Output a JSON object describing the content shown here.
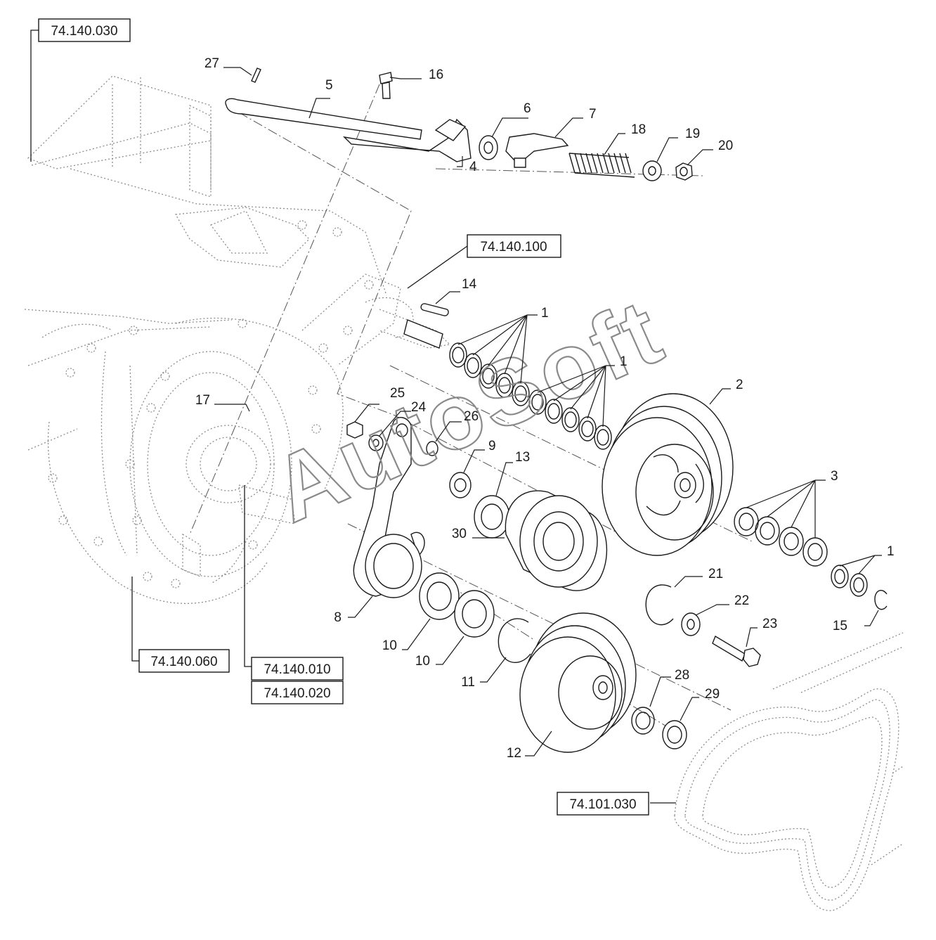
{
  "watermark": "AutoSoft",
  "reference_boxes": [
    {
      "id": "ref-74-140-030",
      "label": "74.140.030"
    },
    {
      "id": "ref-74-140-100",
      "label": "74.140.100"
    },
    {
      "id": "ref-74-140-060",
      "label": "74.140.060"
    },
    {
      "id": "ref-74-140-010",
      "label": "74.140.010"
    },
    {
      "id": "ref-74-140-020",
      "label": "74.140.020"
    },
    {
      "id": "ref-74-101-030",
      "label": "74.101.030"
    }
  ],
  "callouts": [
    "27",
    "5",
    "16",
    "6",
    "7",
    "18",
    "19",
    "20",
    "4",
    "14",
    "1",
    "1",
    "2",
    "25",
    "24",
    "26",
    "9",
    "13",
    "3",
    "1",
    "17",
    "30",
    "21",
    "22",
    "23",
    "15",
    "8",
    "10",
    "10",
    "11",
    "28",
    "29",
    "12"
  ],
  "colors": {
    "line": "#1a1a1a",
    "phantom": "#9a9a9a",
    "background": "#ffffff"
  }
}
